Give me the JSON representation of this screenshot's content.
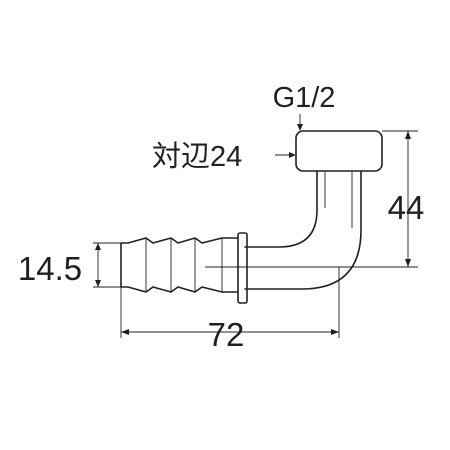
{
  "diagram": {
    "labels": {
      "thread": "G1/2",
      "across_flats": "対辺24",
      "height": "44",
      "hose_diameter": "14.5",
      "length": "72"
    },
    "colors": {
      "line": "#231f20",
      "background": "#ffffff"
    }
  }
}
